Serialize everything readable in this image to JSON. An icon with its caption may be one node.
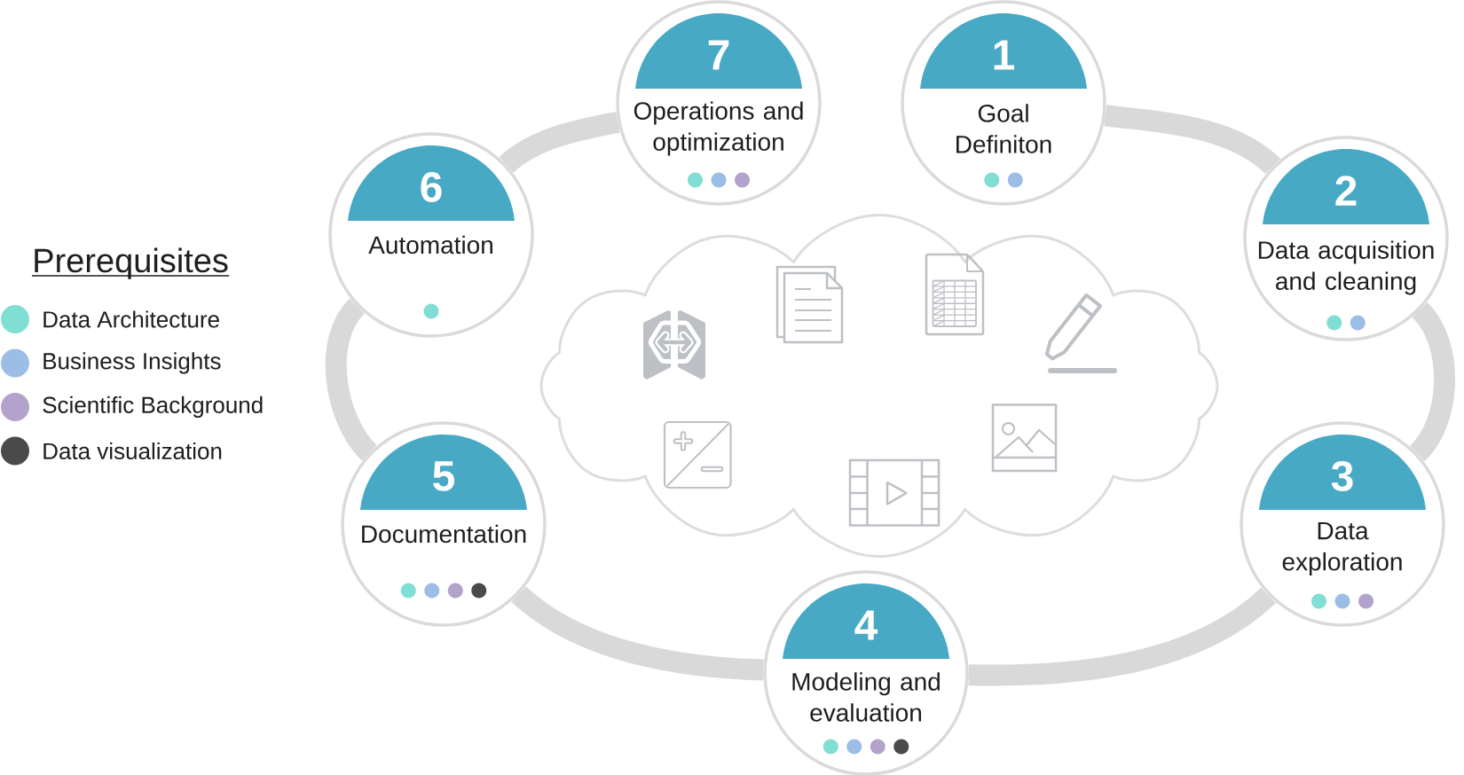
{
  "diagram": {
    "nodes": [
      {
        "text": [
          "1",
          "Goal Definiton"
        ]
      },
      {
        "text": [
          "2",
          "Data acquisition and cleaning"
        ]
      },
      {
        "text": [
          "3",
          "Data exploration"
        ]
      },
      {
        "text": [
          "4",
          "Modeling and evaluation"
        ]
      },
      {
        "text": [
          "5",
          "Documentation"
        ]
      },
      {
        "text": [
          "6",
          "Automation"
        ]
      },
      {
        "text": [
          "7",
          "Operations and optimization"
        ]
      }
    ],
    "edges": [
      {
        "from": 0,
        "to": 1,
        "arrow": "none"
      },
      {
        "from": 1,
        "to": 2,
        "arrow": "none"
      },
      {
        "from": 2,
        "to": 3,
        "arrow": "none"
      },
      {
        "from": 3,
        "to": 4,
        "arrow": "none"
      },
      {
        "from": 4,
        "to": 5,
        "arrow": "none"
      },
      {
        "from": 5,
        "to": 6,
        "arrow": "none"
      }
    ],
    "labels": [
      "Prerequisites"
    ],
    "legend": [
      {
        "text": "Data Architecture",
        "color": "#80ded3"
      },
      {
        "text": "Business Insights",
        "color": "#9bbde6"
      },
      {
        "text": "Scientific Background",
        "color": "#b3a2cb"
      },
      {
        "text": "Data visualization",
        "color": "#4a4a4a"
      }
    ]
  }
}
